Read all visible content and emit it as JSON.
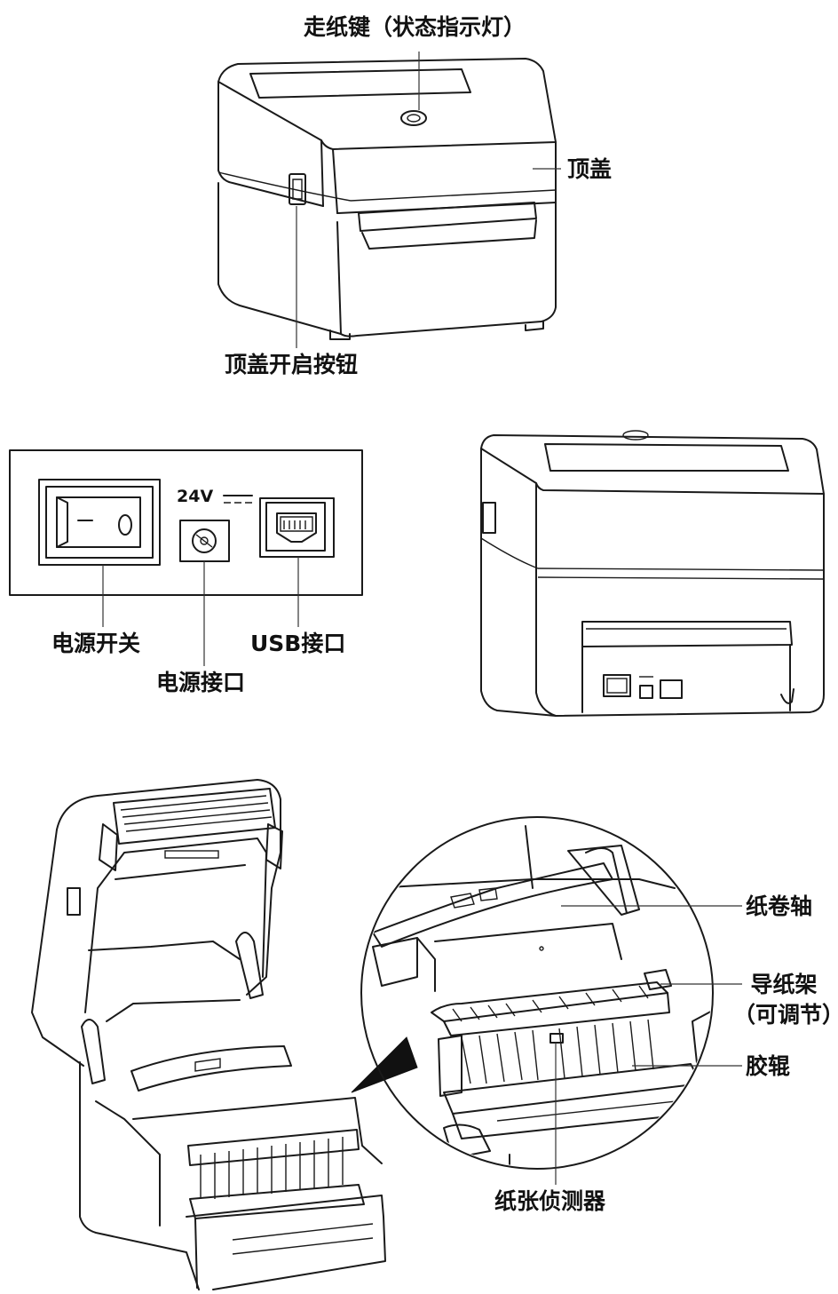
{
  "top_view": {
    "labels": {
      "feed_button": "走纸键（状态指示灯）",
      "top_cover": "顶盖",
      "cover_release_button": "顶盖开启按钮"
    }
  },
  "rear_panel": {
    "voltage": "24V",
    "labels": {
      "power_switch": "电源开关",
      "power_port": "电源接口",
      "usb_port": "USB接口"
    }
  },
  "open_view": {
    "labels": {
      "paper_roll_shaft": "纸卷轴",
      "paper_guide_line1": "导纸架",
      "paper_guide_line2": "（可调节）",
      "rubber_roller": "胶辊",
      "paper_sensor": "纸张侦测器"
    }
  }
}
